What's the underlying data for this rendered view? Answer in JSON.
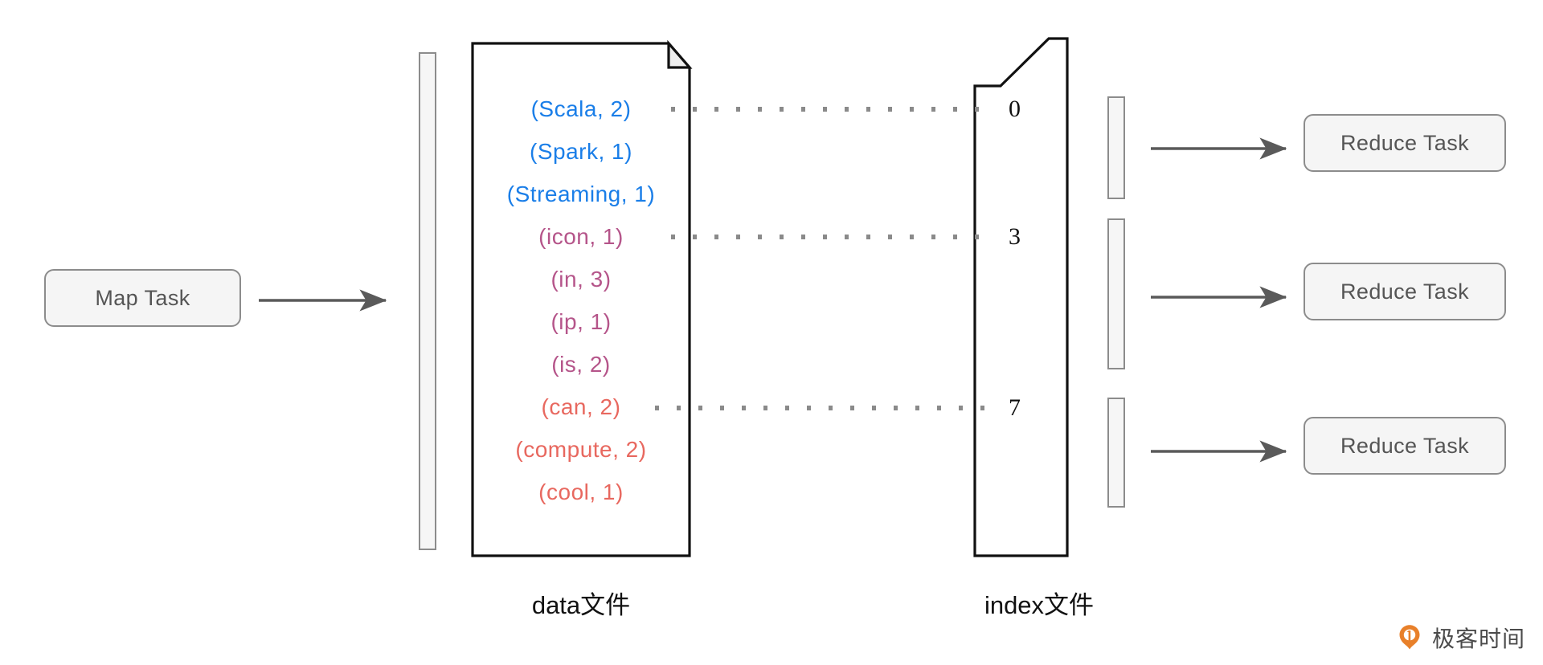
{
  "diagram": {
    "title": "Spark Shuffle data and index file diagram",
    "colors": {
      "blue": "#1a7ee8",
      "purple": "#b5558a",
      "red": "#e8685f",
      "outline": "#111111",
      "bracket_border": "#8c8c8c",
      "bracket_fill": "#f6f6f6",
      "box_fill": "#f5f5f5",
      "box_border": "#8c8c8c",
      "box_text": "#555555",
      "arrow": "#5a5a5a",
      "dot": "#8a8a8a",
      "watermark_orange": "#e8802a",
      "watermark_text": "#4a4a4a"
    },
    "map_task": {
      "label": "Map Task"
    },
    "reduce_tasks": [
      {
        "label": "Reduce Task"
      },
      {
        "label": "Reduce Task"
      },
      {
        "label": "Reduce Task"
      }
    ],
    "data_file": {
      "label": "data文件",
      "entries": [
        {
          "text": "(Scala,  2)",
          "color": "blue",
          "partition": 0
        },
        {
          "text": "(Spark,  1)",
          "color": "blue",
          "partition": 0
        },
        {
          "text": "(Streaming,  1)",
          "color": "blue",
          "partition": 0
        },
        {
          "text": "(icon,  1)",
          "color": "purple",
          "partition": 1
        },
        {
          "text": "(in,  3)",
          "color": "purple",
          "partition": 1
        },
        {
          "text": "(ip,  1)",
          "color": "purple",
          "partition": 1
        },
        {
          "text": "(is,  2)",
          "color": "purple",
          "partition": 1
        },
        {
          "text": "(can,  2)",
          "color": "red",
          "partition": 2
        },
        {
          "text": "(compute,  2)",
          "color": "red",
          "partition": 2
        },
        {
          "text": "(cool,  1)",
          "color": "red",
          "partition": 2
        }
      ]
    },
    "index_file": {
      "label": "index文件",
      "offsets": [
        {
          "value": "0"
        },
        {
          "value": "3"
        },
        {
          "value": "7"
        }
      ]
    },
    "watermark": {
      "text": "极客时间"
    }
  }
}
